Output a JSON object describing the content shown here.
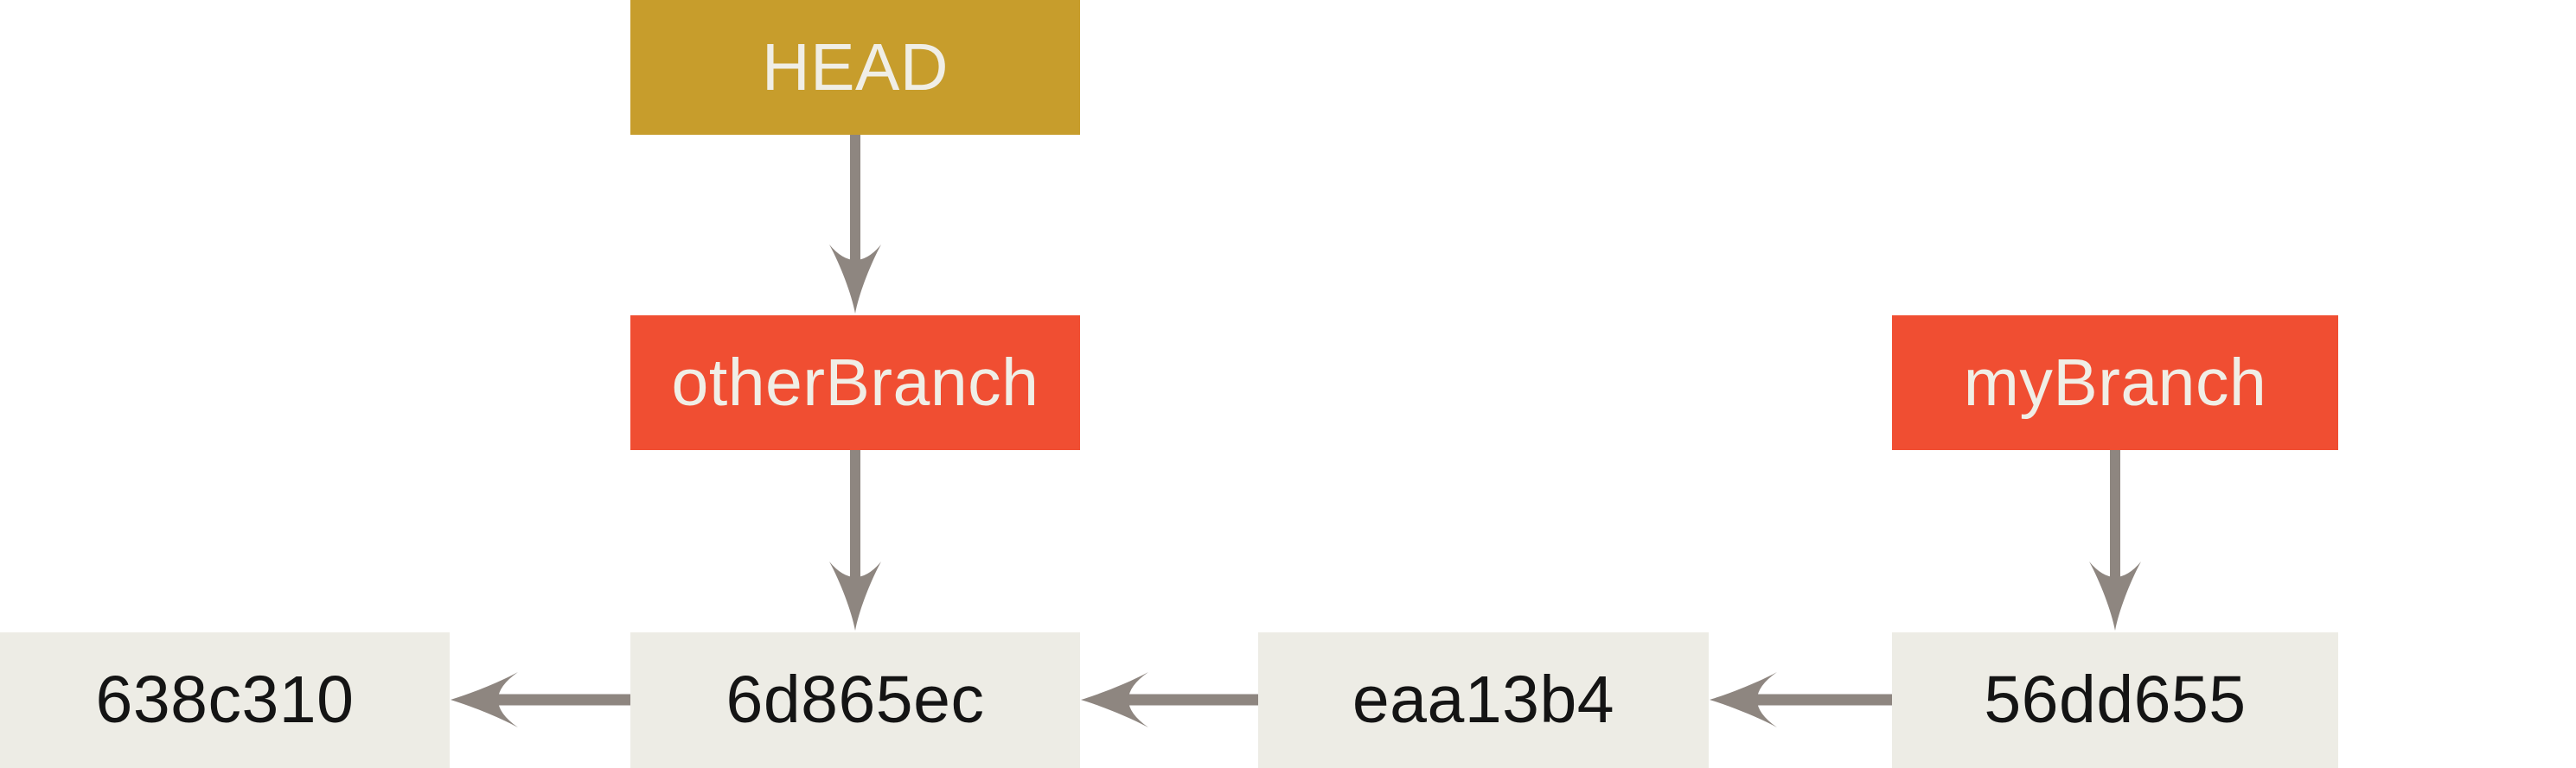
{
  "diagram": {
    "type": "git-commit-graph",
    "background": "#ffffff",
    "colors": {
      "head_fill": "#c79d2c",
      "branch_fill": "#f04e32",
      "commit_fill": "#edece5",
      "arrow": "#8e8680",
      "ref_text": "#f0eee6",
      "commit_text": "#141414"
    },
    "head": {
      "label": "HEAD",
      "points_to": "otherBranch"
    },
    "branches": [
      {
        "label": "otherBranch",
        "points_to": "6d865ec"
      },
      {
        "label": "myBranch",
        "points_to": "56dd655"
      }
    ],
    "commits": [
      {
        "label": "638c310"
      },
      {
        "label": "6d865ec",
        "parent": "638c310"
      },
      {
        "label": "eaa13b4",
        "parent": "6d865ec"
      },
      {
        "label": "56dd655",
        "parent": "eaa13b4"
      }
    ],
    "edges": [
      {
        "from": "HEAD",
        "to": "otherBranch"
      },
      {
        "from": "otherBranch",
        "to": "6d865ec"
      },
      {
        "from": "myBranch",
        "to": "56dd655"
      },
      {
        "from": "6d865ec",
        "to": "638c310"
      },
      {
        "from": "eaa13b4",
        "to": "6d865ec"
      },
      {
        "from": "56dd655",
        "to": "eaa13b4"
      }
    ]
  }
}
